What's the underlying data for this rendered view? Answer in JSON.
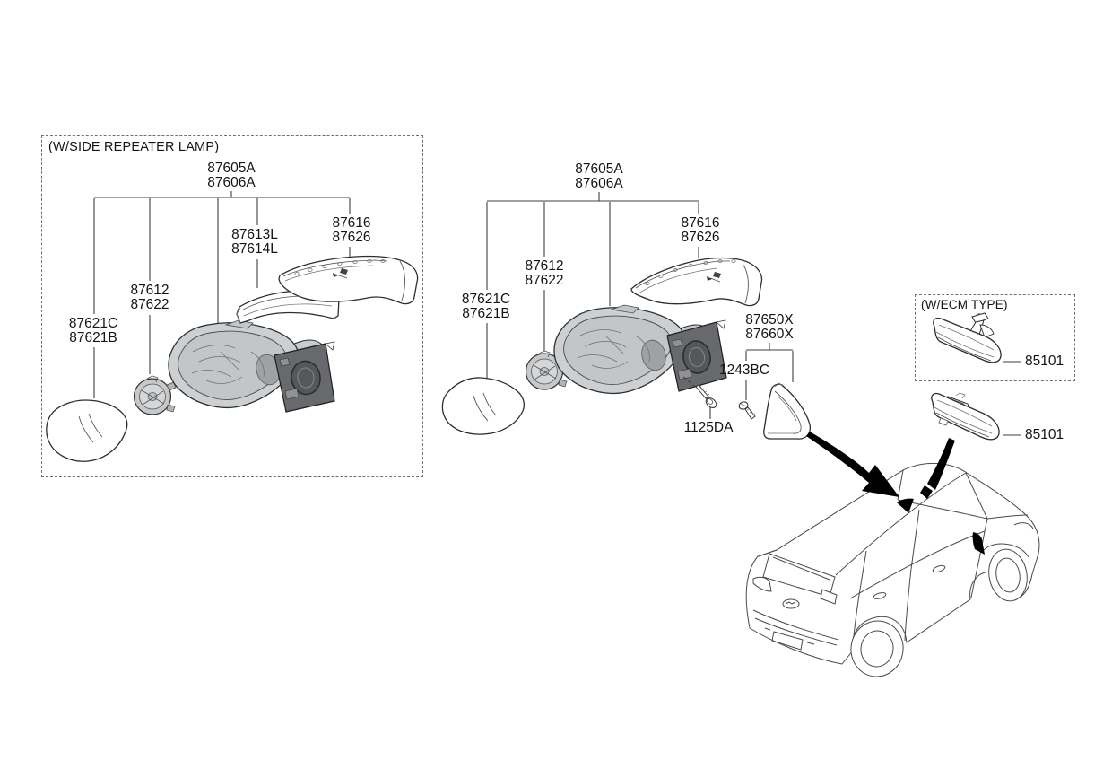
{
  "page": {
    "background": "#ffffff",
    "line_color": "#3f3f3f",
    "text_color": "#141414"
  },
  "left_box": {
    "title": "(W/SIDE REPEATER LAMP)",
    "labels": {
      "assembly": {
        "line1": "87605A",
        "line2": "87606A"
      },
      "cover": {
        "line1": "87616",
        "line2": "87626"
      },
      "garnish": {
        "line1": "87613L",
        "line2": "87614L"
      },
      "actuator": {
        "line1": "87612",
        "line2": "87622"
      },
      "glass": {
        "line1": "87621C",
        "line2": "87621B"
      }
    }
  },
  "middle_group": {
    "labels": {
      "assembly": {
        "line1": "87605A",
        "line2": "87606A"
      },
      "cover": {
        "line1": "87616",
        "line2": "87626"
      },
      "actuator": {
        "line1": "87612",
        "line2": "87622"
      },
      "glass": {
        "line1": "87621C",
        "line2": "87621B"
      },
      "corner_cover": {
        "line1": "87650X",
        "line2": "87660X"
      },
      "screw": "1243BC",
      "bolt": "1125DA"
    }
  },
  "right_group": {
    "ecm_box_title": "(W/ECM TYPE)",
    "ecm_mirror_label": "85101",
    "inside_mirror_label": "85101"
  }
}
